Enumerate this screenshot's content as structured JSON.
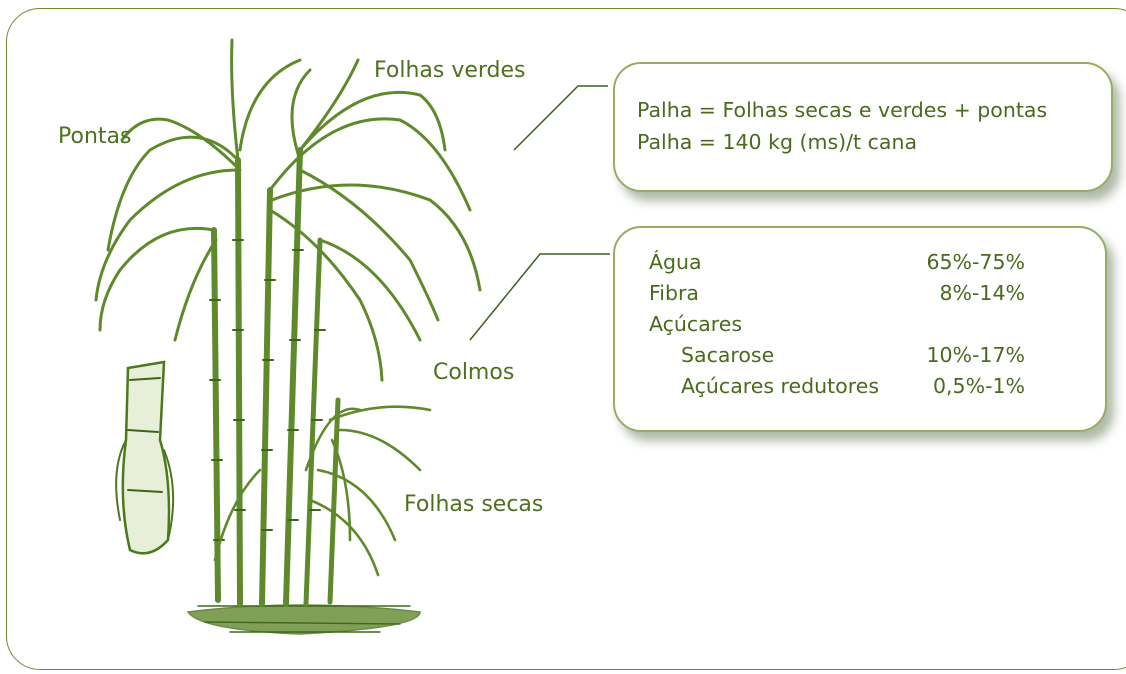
{
  "colors": {
    "accent": "#5a7a26",
    "box_border": "#97ad64",
    "frame": "#6f8a37"
  },
  "labels": {
    "folhas_verdes": "Folhas verdes",
    "pontas": "Pontas",
    "colmos": "Colmos",
    "folhas_secas": "Folhas secas"
  },
  "box1": {
    "line1": "Palha = Folhas secas e verdes + pontas",
    "line2": "Palha = 140 kg (ms)/t cana"
  },
  "box2": {
    "rows": [
      {
        "name": "Água",
        "value": "65%-75%"
      },
      {
        "name": "Fibra",
        "value": "8%-14%"
      },
      {
        "name": "Açúcares",
        "value": ""
      },
      {
        "name": "Sacarose",
        "value": "10%-17%"
      },
      {
        "name": "Açúcares redutores",
        "value": "0,5%-1%"
      }
    ]
  },
  "illustration": "sugarcane-plant-icon"
}
